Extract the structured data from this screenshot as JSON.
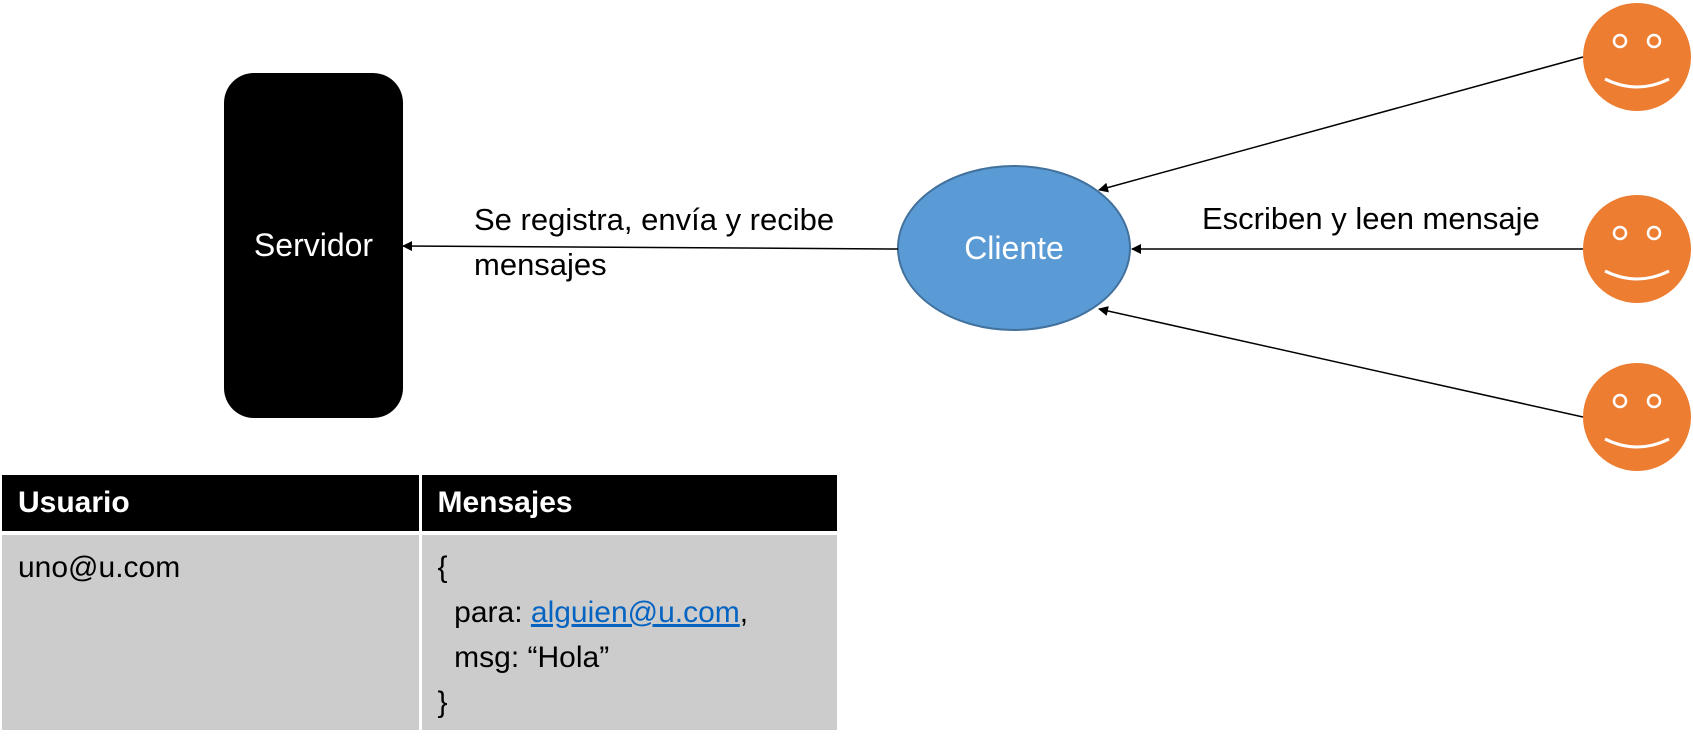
{
  "server": {
    "label": "Servidor"
  },
  "client": {
    "label": "Cliente"
  },
  "edges": {
    "client_to_server": {
      "label_line1": "Se registra, envía y recibe",
      "label_line2": "mensajes"
    },
    "users_to_client": {
      "label": "Escriben y leen mensaje"
    }
  },
  "colors": {
    "server": "#000000",
    "client": "#5b9bd5",
    "user_face": "#ed7d31",
    "table_header": "#000000",
    "table_body": "#cccccc",
    "link": "#0563c1"
  },
  "table": {
    "headers": [
      "Usuario",
      "Mensajes"
    ],
    "rows": [
      {
        "usuario": "uno@u.com",
        "mensajes": {
          "open": "{",
          "para_key": "  para: ",
          "para_value": "alguien@u.com",
          "para_suffix": ",",
          "msg_line": "  msg: “Hola”",
          "close": "}"
        }
      }
    ]
  },
  "icons": [
    "smiley-icon",
    "smiley-icon",
    "smiley-icon"
  ]
}
